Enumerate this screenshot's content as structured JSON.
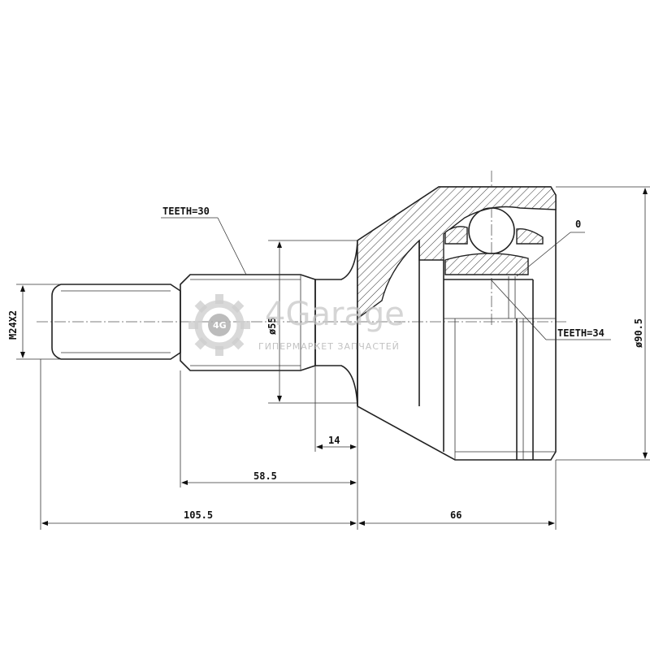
{
  "labels": {
    "teeth_outer": "TEETH=30",
    "teeth_inner": "TEETH=34",
    "thread": "M24X2",
    "diameter_shaft": "ø55",
    "diameter_body": "ø90.5",
    "angle": "0"
  },
  "dimensions": {
    "d14": "14",
    "d58_5": "58.5",
    "d105_5": "105.5",
    "d66": "66"
  },
  "watermark": {
    "brand": "4Garage",
    "tagline": "ГИПЕРМАРКЕТ ЗАПЧАСТЕЙ",
    "badge": "4G",
    "icon": "gear-icon"
  },
  "colors": {
    "line": "#222222",
    "watermark": "#c8c8c8"
  }
}
